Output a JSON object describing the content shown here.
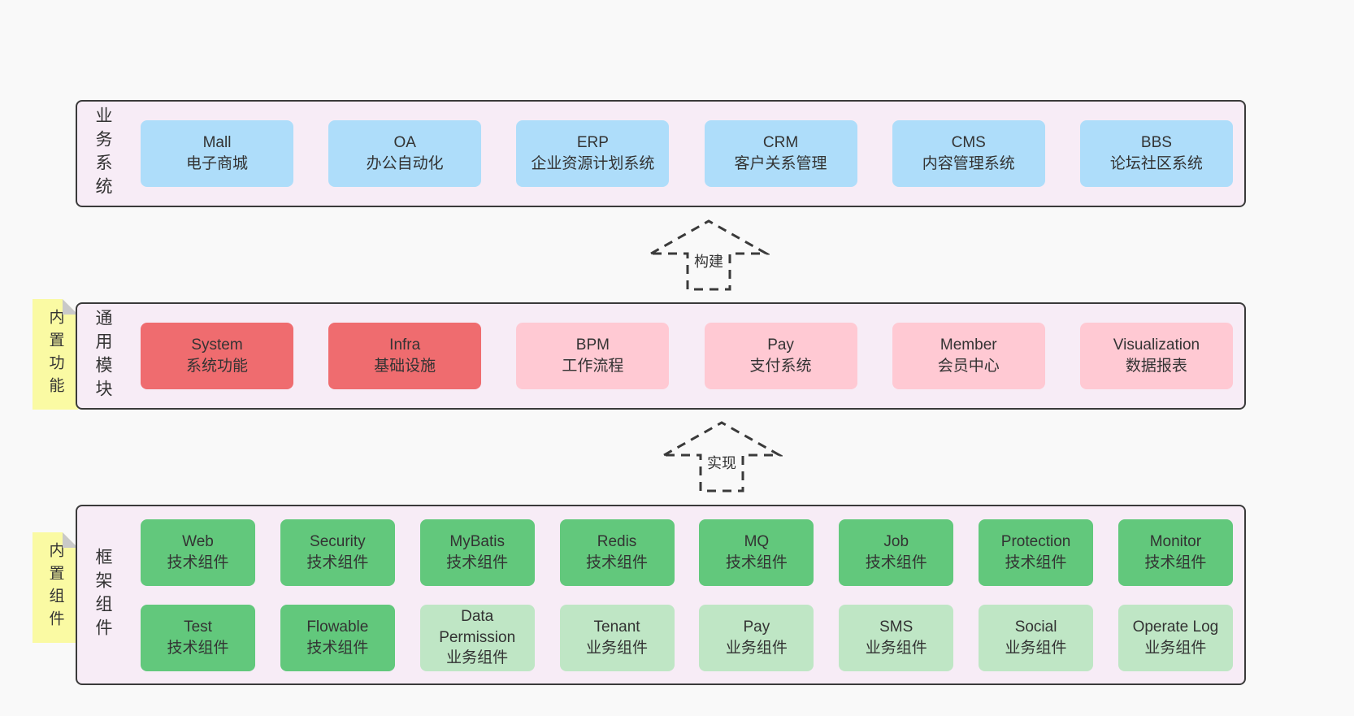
{
  "colors": {
    "page_background": "#f9f9f9",
    "panel_background": "#f7ecf6",
    "panel_border": "#3a3a3a",
    "business_box": "#aeddfa",
    "core_module_box": "#ef6c6f",
    "module_box": "#ffc9d3",
    "tech_component_box": "#62c87c",
    "biz_component_box": "#bfe6c5",
    "sticky_note": "#fafaa3",
    "fold_corner": "#c9c9c9",
    "text": "#333333"
  },
  "arrows": {
    "build": "构建",
    "implement": "实现"
  },
  "business": {
    "label": "业务系统",
    "boxes": [
      {
        "name": "Mall",
        "desc": "电子商城"
      },
      {
        "name": "OA",
        "desc": "办公自动化"
      },
      {
        "name": "ERP",
        "desc": "企业资源计划系统"
      },
      {
        "name": "CRM",
        "desc": "客户关系管理"
      },
      {
        "name": "CMS",
        "desc": "内容管理系统"
      },
      {
        "name": "BBS",
        "desc": "论坛社区系统"
      }
    ]
  },
  "common": {
    "label": "通用模块",
    "tag": "内置功能",
    "boxes": [
      {
        "name": "System",
        "desc": "系统功能",
        "type": "core"
      },
      {
        "name": "Infra",
        "desc": "基础设施",
        "type": "core"
      },
      {
        "name": "BPM",
        "desc": "工作流程",
        "type": "module"
      },
      {
        "name": "Pay",
        "desc": "支付系统",
        "type": "module"
      },
      {
        "name": "Member",
        "desc": "会员中心",
        "type": "module"
      },
      {
        "name": "Visualization",
        "desc": "数据报表",
        "type": "module"
      }
    ]
  },
  "components": {
    "label": "框架组件",
    "tag": "内置组件",
    "row1": [
      {
        "name": "Web",
        "desc": "技术组件",
        "type": "tech"
      },
      {
        "name": "Security",
        "desc": "技术组件",
        "type": "tech"
      },
      {
        "name": "MyBatis",
        "desc": "技术组件",
        "type": "tech"
      },
      {
        "name": "Redis",
        "desc": "技术组件",
        "type": "tech"
      },
      {
        "name": "MQ",
        "desc": "技术组件",
        "type": "tech"
      },
      {
        "name": "Job",
        "desc": "技术组件",
        "type": "tech"
      },
      {
        "name": "Protection",
        "desc": "技术组件",
        "type": "tech"
      },
      {
        "name": "Monitor",
        "desc": "技术组件",
        "type": "tech"
      }
    ],
    "row2": [
      {
        "name": "Test",
        "desc": "技术组件",
        "type": "tech"
      },
      {
        "name": "Flowable",
        "desc": "技术组件",
        "type": "tech"
      },
      {
        "name": "Data Permission",
        "desc": "业务组件",
        "type": "biz"
      },
      {
        "name": "Tenant",
        "desc": "业务组件",
        "type": "biz"
      },
      {
        "name": "Pay",
        "desc": "业务组件",
        "type": "biz"
      },
      {
        "name": "SMS",
        "desc": "业务组件",
        "type": "biz"
      },
      {
        "name": "Social",
        "desc": "业务组件",
        "type": "biz"
      },
      {
        "name": "Operate Log",
        "desc": "业务组件",
        "type": "biz"
      }
    ]
  }
}
